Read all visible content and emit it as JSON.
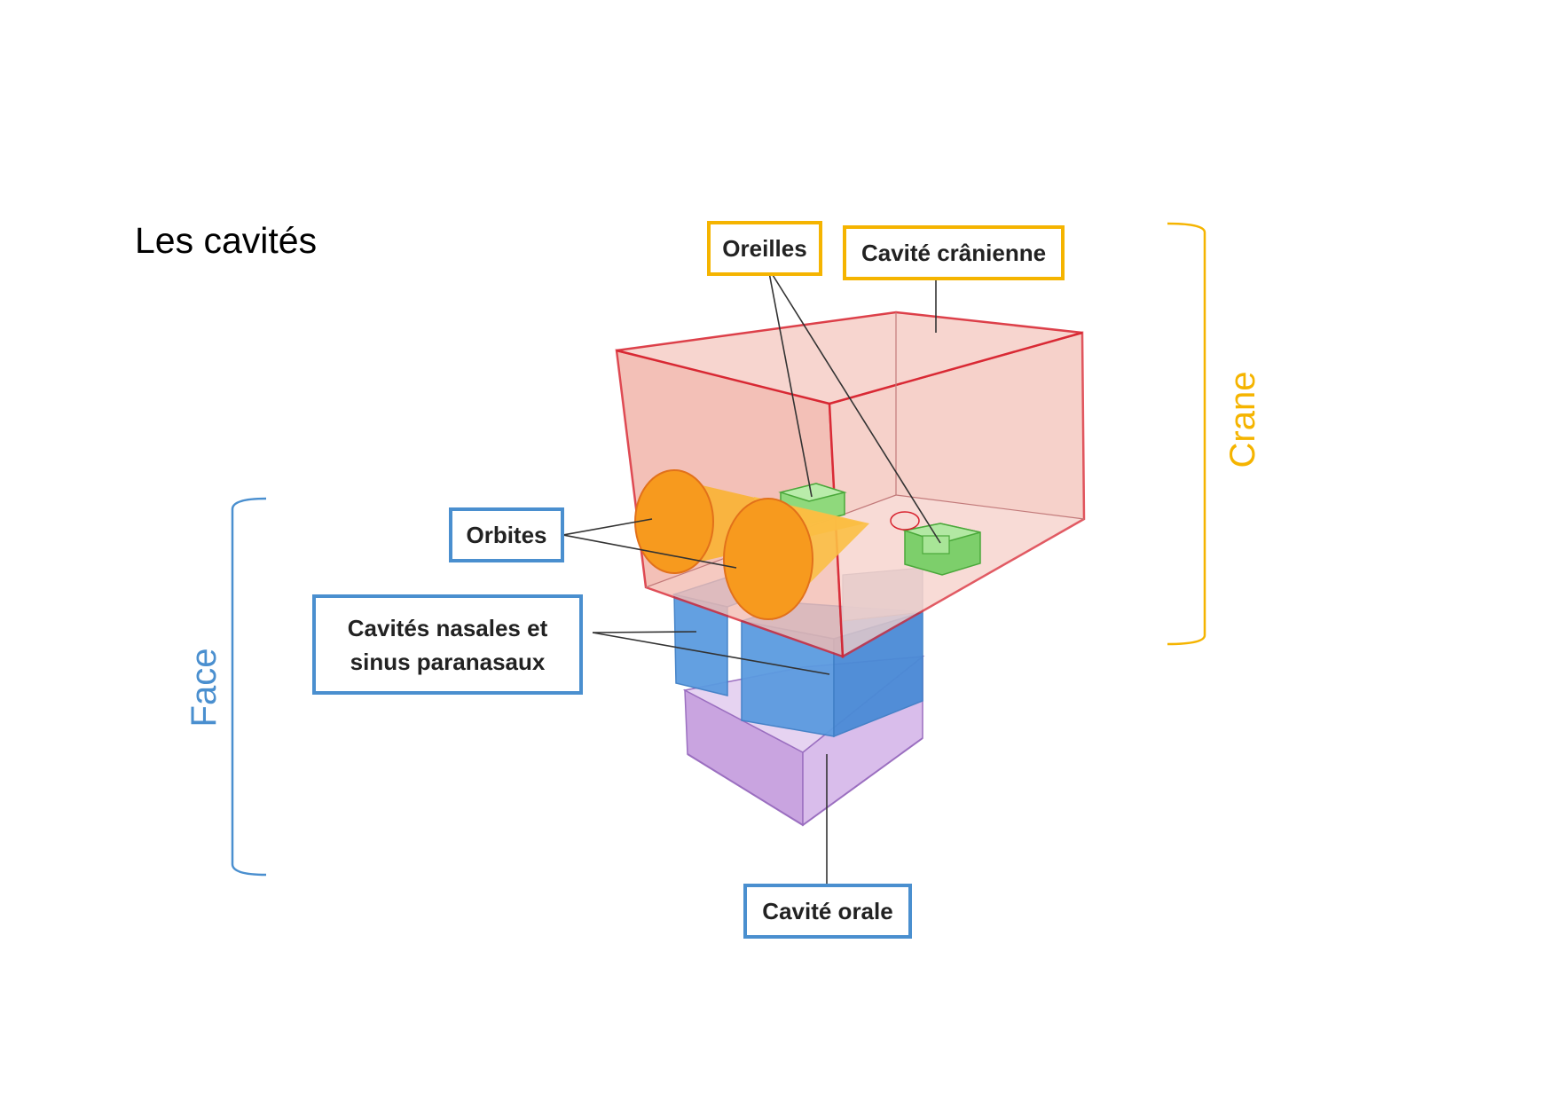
{
  "title": "Les cavités",
  "labels": {
    "oreilles": "Oreilles",
    "cavite_cranienne": "Cavité crânienne",
    "orbites": "Orbites",
    "cavites_nasales_line1": "Cavités nasales et",
    "cavites_nasales_line2": "sinus paranasaux",
    "cavite_orale": "Cavité orale"
  },
  "regions": {
    "crane": "Crane",
    "face": "Face"
  },
  "colors": {
    "crane_accent": "#f5b400",
    "face_accent": "#4a8fcf",
    "cranial_box_fill": "#f4c7bf",
    "cranial_box_edge": "#d8232f",
    "orbit_fill": "#f79a1e",
    "ear_fill": "#7dcf6b",
    "nasal_fill": "#5b9be0",
    "oral_fill": "#c9a4e0"
  }
}
